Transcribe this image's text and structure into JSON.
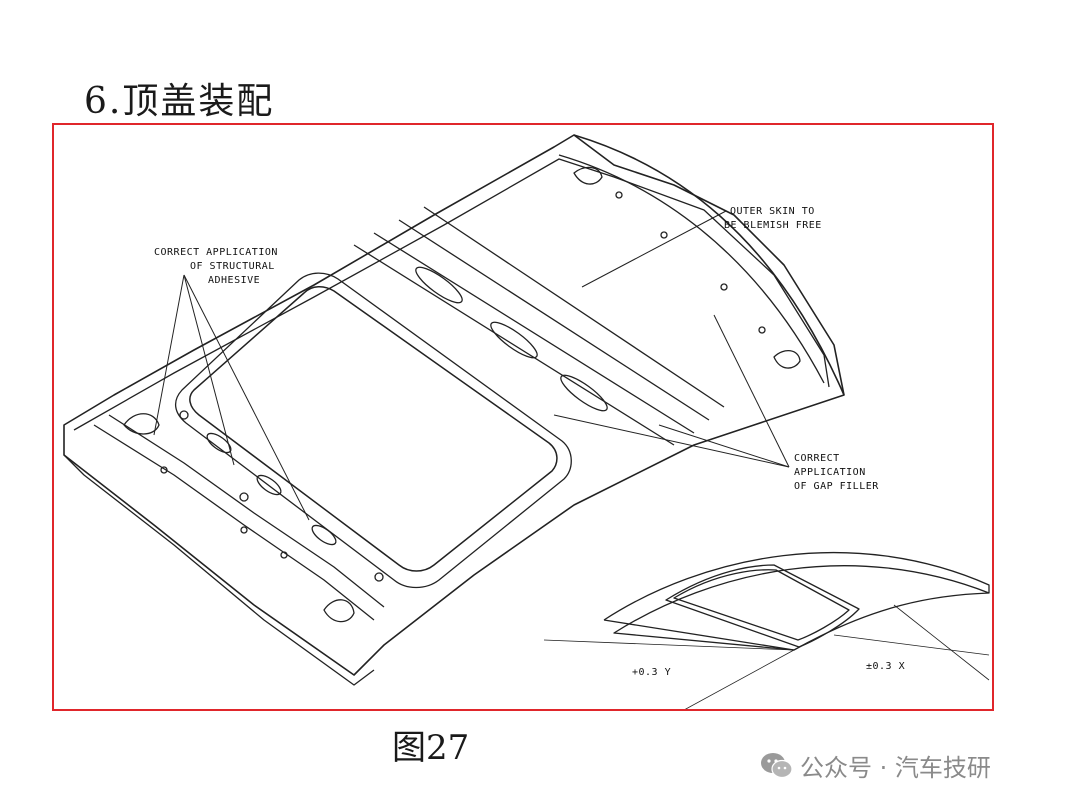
{
  "heading": "6.顶盖装配",
  "figure": {
    "caption": "图27",
    "labels": {
      "structural_adhesive": [
        "CORRECT APPLICATION",
        "OF STRUCTURAL",
        "ADHESIVE"
      ],
      "outer_skin": [
        "OUTER SKIN TO",
        "BE BLEMISH FREE"
      ],
      "gap_filler": [
        "CORRECT",
        "APPLICATION",
        "OF GAP FILLER"
      ],
      "tolerance_left": "+0.3 Y",
      "tolerance_right": "±0.3 X"
    }
  },
  "watermark": {
    "text": "公众号 · 汽车技研",
    "icon": "wechat-icon"
  },
  "colors": {
    "frame": "#e0262b",
    "line": "#222222",
    "watermark": "#8a8a8a"
  }
}
